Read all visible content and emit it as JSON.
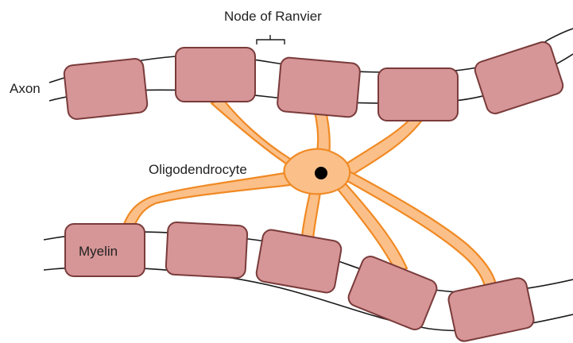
{
  "labels": {
    "node_of_ranvier": "Node of Ranvier",
    "axon": "Axon",
    "oligodendrocyte": "Oligodendrocyte",
    "myelin": "Myelin"
  },
  "colors": {
    "myelin_fill": "#d69596",
    "myelin_stroke": "#7a3b3b",
    "cell_fill": "#fbc08a",
    "cell_stroke": "#f08a24",
    "nucleus": "#000000",
    "axon_line": "#1a1a1a"
  }
}
